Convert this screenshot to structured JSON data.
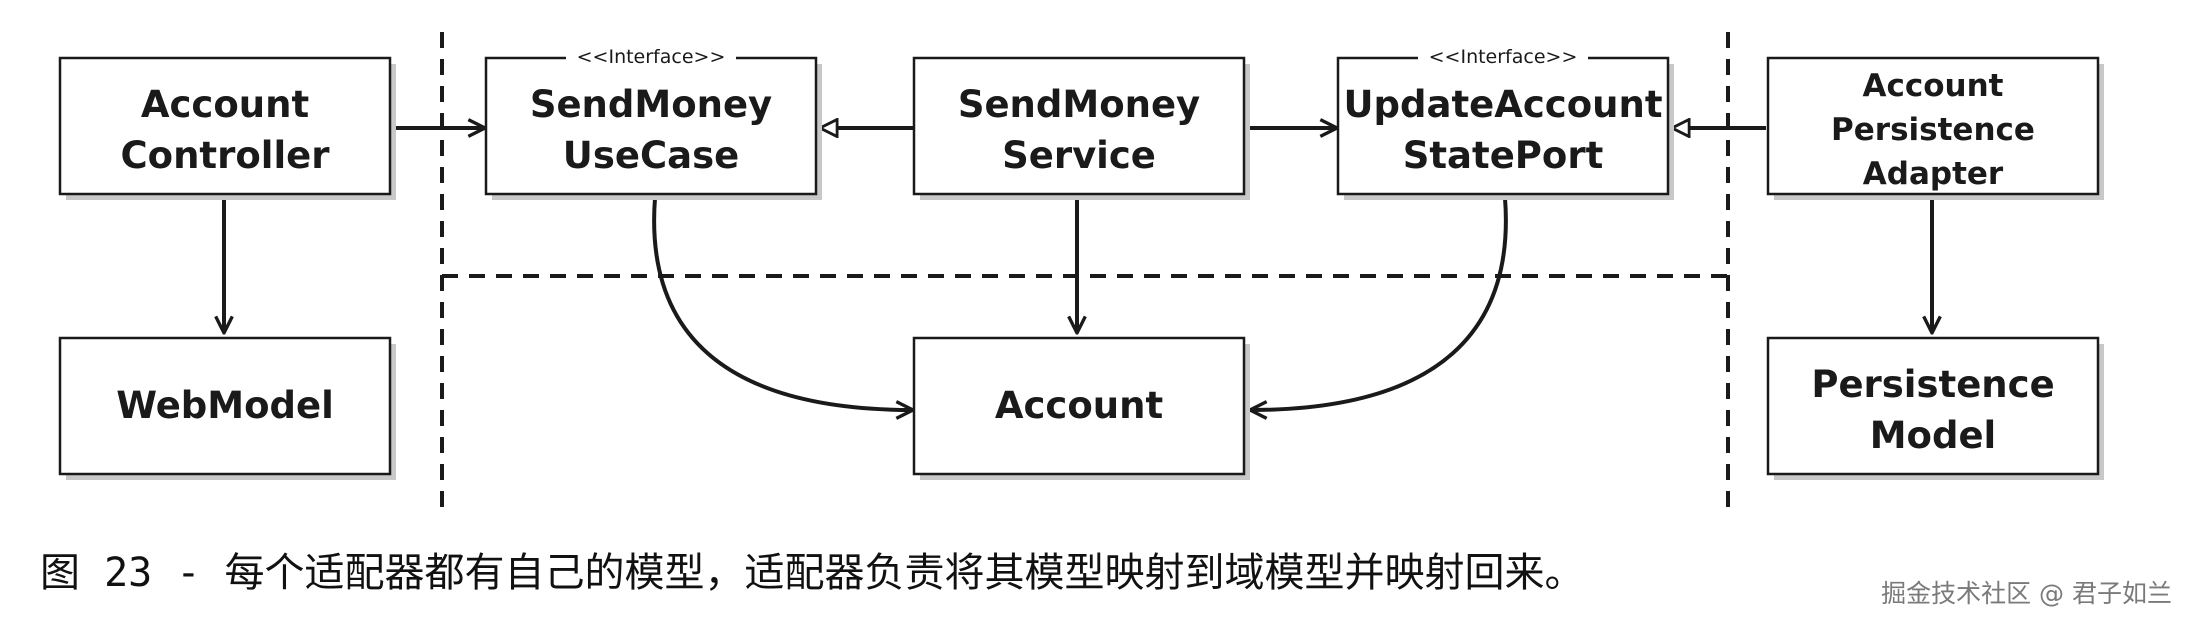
{
  "nodes": {
    "account_controller": [
      "Account",
      "Controller"
    ],
    "send_money_use_case": [
      "SendMoney",
      "UseCase"
    ],
    "send_money_service": [
      "SendMoney",
      "Service"
    ],
    "update_account_state_port": [
      "UpdateAccount",
      "StatePort"
    ],
    "account_persistence_adapter": [
      "Account",
      "Persistence",
      "Adapter"
    ],
    "web_model": [
      "WebModel"
    ],
    "account": [
      "Account"
    ],
    "persistence_model": [
      "Persistence",
      "Model"
    ]
  },
  "stereotypes": {
    "send_money_use_case": "<<Interface>>",
    "update_account_state_port": "<<Interface>>"
  },
  "caption": "图 23 - 每个适配器都有自己的模型，适配器负责将其模型映射到域模型并映射回来。",
  "watermark": "掘金技术社区 @ 君子如兰",
  "colors": {
    "line": "#1a1a1a",
    "shadow": "#c8c8c8",
    "box_fill": "#ffffff"
  }
}
